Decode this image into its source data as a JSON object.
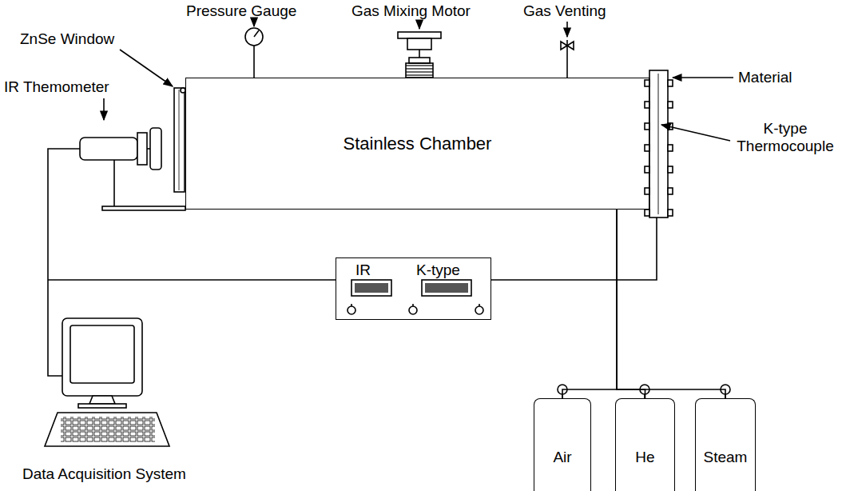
{
  "diagram": {
    "nodes": [
      {
        "text": [
          "Stainless Chamber"
        ]
      },
      {
        "text": [
          "IR",
          "K-type"
        ]
      },
      {
        "text": [
          "Air"
        ]
      },
      {
        "text": [
          "He"
        ]
      },
      {
        "text": [
          "Steam"
        ]
      }
    ],
    "edges": [
      {
        "from": 1,
        "to": 0,
        "arrow": "none"
      },
      {
        "from": 2,
        "to": 0,
        "arrow": "none"
      },
      {
        "from": 3,
        "to": 0,
        "arrow": "none"
      },
      {
        "from": 4,
        "to": 0,
        "arrow": "none"
      }
    ],
    "labels": [
      "Pressure Gauge",
      "Gas Mixing Motor",
      "Gas Venting",
      "ZnSe Window",
      "IR Themometer",
      "Material",
      "K-type Thermocouple",
      "Data Acquisition System"
    ]
  }
}
